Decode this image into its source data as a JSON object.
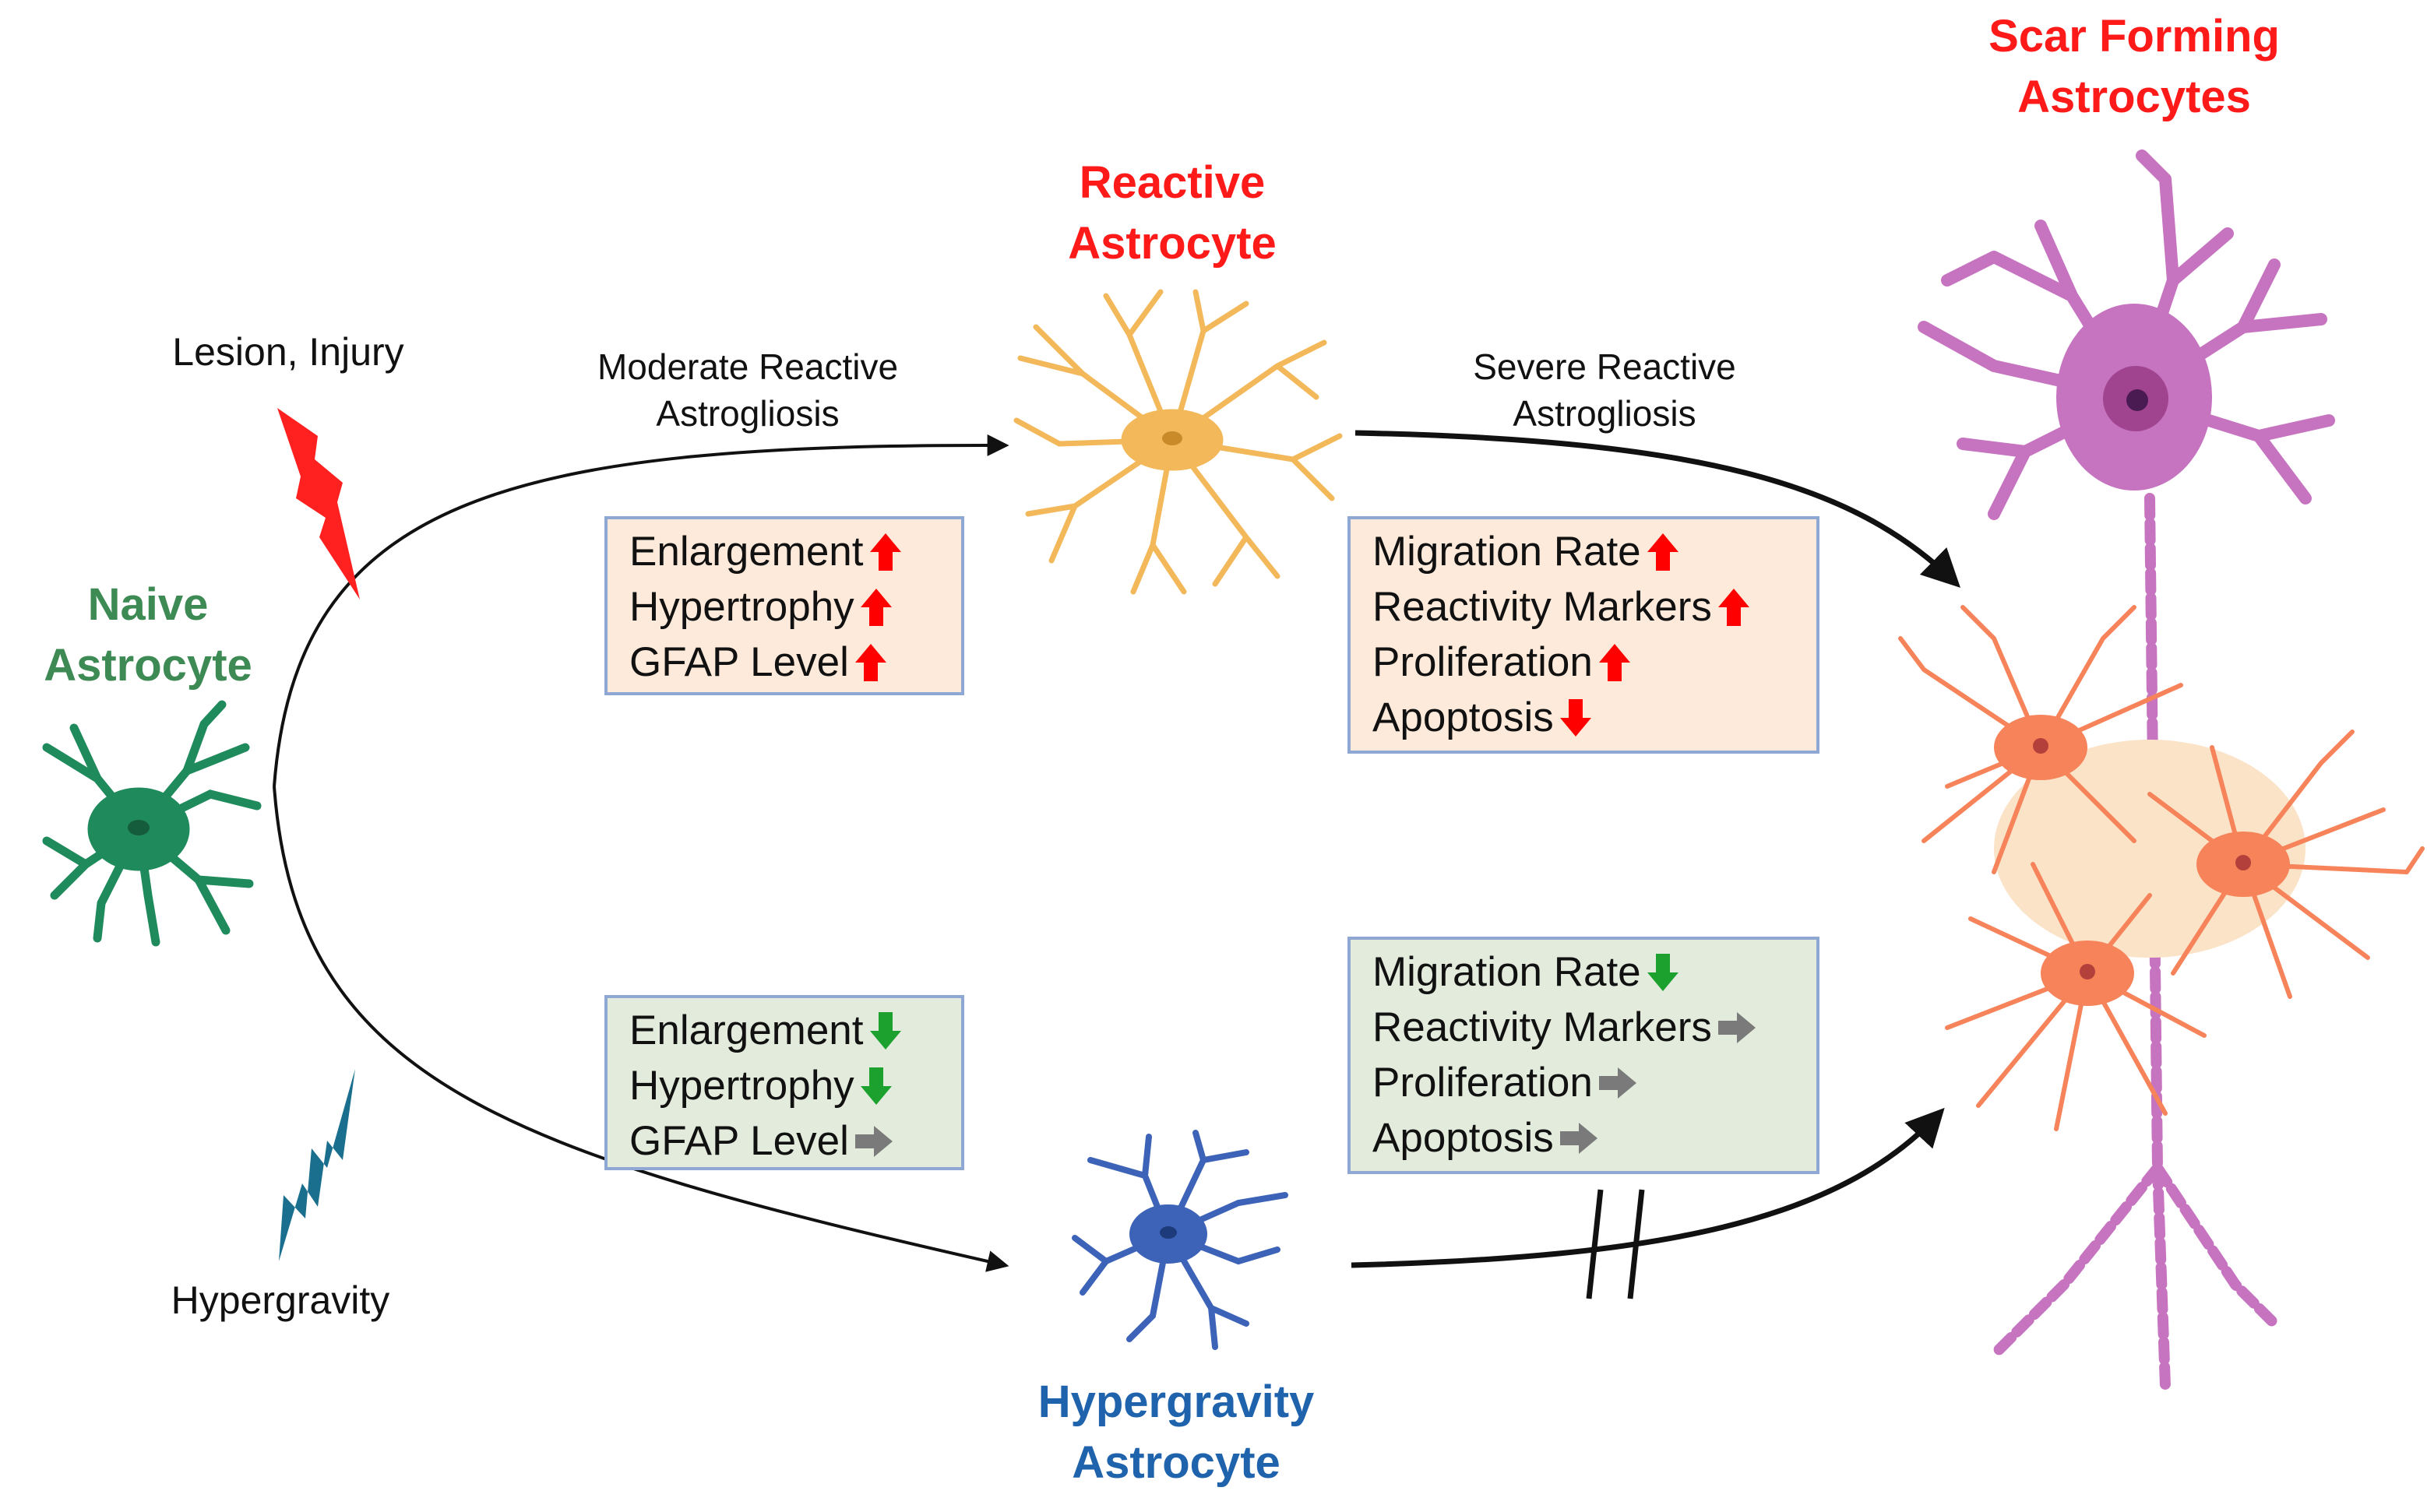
{
  "colors": {
    "up": "#ff0000",
    "down_red": "#ff0000",
    "down_green": "#1ca12f",
    "neutral": "#7a7a7a",
    "naive": "#1f8a5c",
    "reactive": "#f2b85a",
    "hyper": "#3d63b8",
    "scar_purple": "#c774c0",
    "scar_orange": "#f6835a",
    "lightning_red": "#ff2020",
    "lightning_blue": "#1a6e8e"
  },
  "labels": {
    "naive": [
      "Naive",
      "Astrocyte"
    ],
    "reactive": [
      "Reactive",
      "Astrocyte"
    ],
    "hyper": [
      "Hypergravity",
      "Astrocyte"
    ],
    "scar": [
      "Scar Forming",
      "Astrocytes"
    ],
    "lesion": "Lesion, Injury",
    "hypergravity": "Hypergravity",
    "moderate": [
      "Moderate Reactive",
      "Astrogliosis"
    ],
    "severe": [
      "Severe Reactive",
      "Astrogliosis"
    ]
  },
  "boxes": {
    "reactive_left": [
      {
        "text": "Enlargement",
        "dir": "up"
      },
      {
        "text": "Hypertrophy",
        "dir": "up"
      },
      {
        "text": "GFAP Level",
        "dir": "up"
      }
    ],
    "reactive_right": [
      {
        "text": "Migration Rate",
        "dir": "up"
      },
      {
        "text": "Reactivity Markers",
        "dir": "up"
      },
      {
        "text": "Proliferation",
        "dir": "up"
      },
      {
        "text": "Apoptosis",
        "dir": "down_red"
      }
    ],
    "hyper_left": [
      {
        "text": "Enlargement",
        "dir": "down_green"
      },
      {
        "text": "Hypertrophy",
        "dir": "down_green"
      },
      {
        "text": "GFAP Level",
        "dir": "neutral"
      }
    ],
    "hyper_right": [
      {
        "text": "Migration Rate",
        "dir": "down_green"
      },
      {
        "text": "Reactivity Markers",
        "dir": "neutral"
      },
      {
        "text": "Proliferation",
        "dir": "neutral"
      },
      {
        "text": "Apoptosis",
        "dir": "neutral"
      }
    ]
  }
}
